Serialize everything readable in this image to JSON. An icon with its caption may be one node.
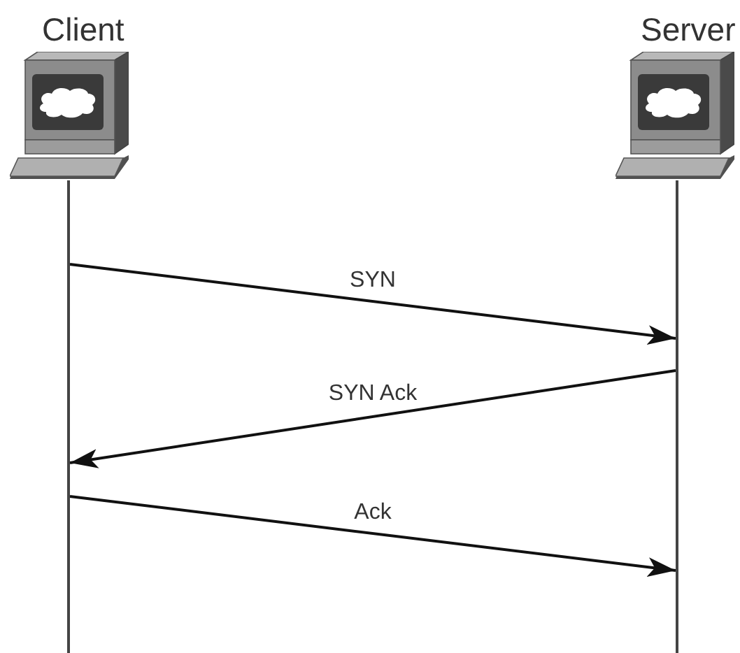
{
  "diagram": {
    "nodes": [
      {
        "text": [
          "Client"
        ]
      },
      {
        "text": [
          "Server"
        ]
      },
      {
        "text": [],
        "shape": "line"
      },
      {
        "text": [],
        "shape": "line"
      }
    ],
    "edges": [
      {
        "from": 2,
        "to": 3,
        "arrow": "to",
        "label": "SYN"
      },
      {
        "from": 3,
        "to": 2,
        "arrow": "to",
        "label": "SYN Ack"
      },
      {
        "from": 2,
        "to": 3,
        "arrow": "to",
        "label": "Ack"
      }
    ]
  }
}
